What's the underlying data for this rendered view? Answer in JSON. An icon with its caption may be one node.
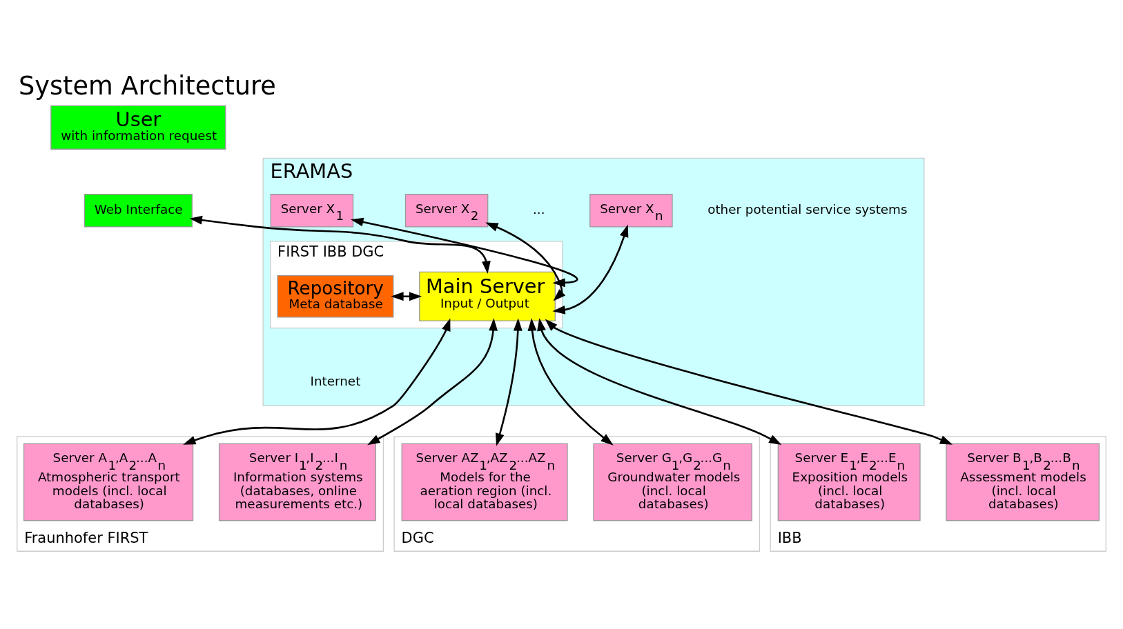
{
  "diagram": {
    "title": "System Architecture",
    "nodes": [
      {
        "text": [
          "User",
          "with information request"
        ]
      },
      {
        "text": [
          "Web Interface"
        ]
      },
      {
        "text": [
          "ERAMAS"
        ]
      },
      {
        "text": [
          "FIRST IBB DGC"
        ],
        "in": 2
      },
      {
        "text": [
          "Repository",
          "Meta database"
        ],
        "in": 3
      },
      {
        "text": [
          "Main Server",
          "Input / Output"
        ],
        "in": 3
      },
      {
        "text": [
          "Server X$_{1}$"
        ],
        "in": 2
      },
      {
        "text": [
          "Server X$_{2}$"
        ],
        "in": 2
      },
      {
        "text": [
          "Server X$_{n}$"
        ],
        "in": 2
      },
      {
        "text": [
          "Fraunhofer FIRST"
        ]
      },
      {
        "text": [
          "Server A$_{1}$,A$_{2}$...A$_{n}$",
          "Atmospheric transport models (incl. local databases)"
        ],
        "in": 9
      },
      {
        "text": [
          "Server I$_{1}$,I$_{2}$...I$_{n}$",
          "Information systems (databases, online measurements etc.)"
        ],
        "in": 9
      },
      {
        "text": [
          "DGC"
        ]
      },
      {
        "text": [
          "Server AZ$_{1}$,AZ$_{2}$...AZ$_{n}$",
          "Models for the aeration region (incl. local databases)"
        ],
        "in": 12
      },
      {
        "text": [
          "Server G$_{1}$,G$_{2}$...G$_{n}$",
          "Groundwater models (incl. local databases)"
        ],
        "in": 12
      },
      {
        "text": [
          "IBB"
        ]
      },
      {
        "text": [
          "Server E$_{1}$,E$_{2}$...E$_{n}$",
          "Exposition models (incl. local databases)"
        ],
        "in": 15
      },
      {
        "text": [
          "Server B$_{1}$,B$_{2}$...B$_{n}$",
          "Assessment models (incl. local databases)"
        ],
        "in": 15
      }
    ],
    "edges": [
      {
        "from": 1,
        "to": 5,
        "arrow": "both"
      },
      {
        "from": 4,
        "to": 5,
        "arrow": "both"
      },
      {
        "from": 5,
        "to": 6,
        "arrow": "both"
      },
      {
        "from": 5,
        "to": 7,
        "arrow": "both"
      },
      {
        "from": 5,
        "to": 8,
        "arrow": "both"
      },
      {
        "from": 5,
        "to": 10,
        "arrow": "both"
      },
      {
        "from": 5,
        "to": 11,
        "arrow": "both"
      },
      {
        "from": 5,
        "to": 13,
        "arrow": "both"
      },
      {
        "from": 5,
        "to": 14,
        "arrow": "both"
      },
      {
        "from": 5,
        "to": 16,
        "arrow": "both"
      },
      {
        "from": 5,
        "to": 17,
        "arrow": "both"
      }
    ],
    "labels": [
      "other potential service systems",
      "...",
      "Internet"
    ]
  }
}
